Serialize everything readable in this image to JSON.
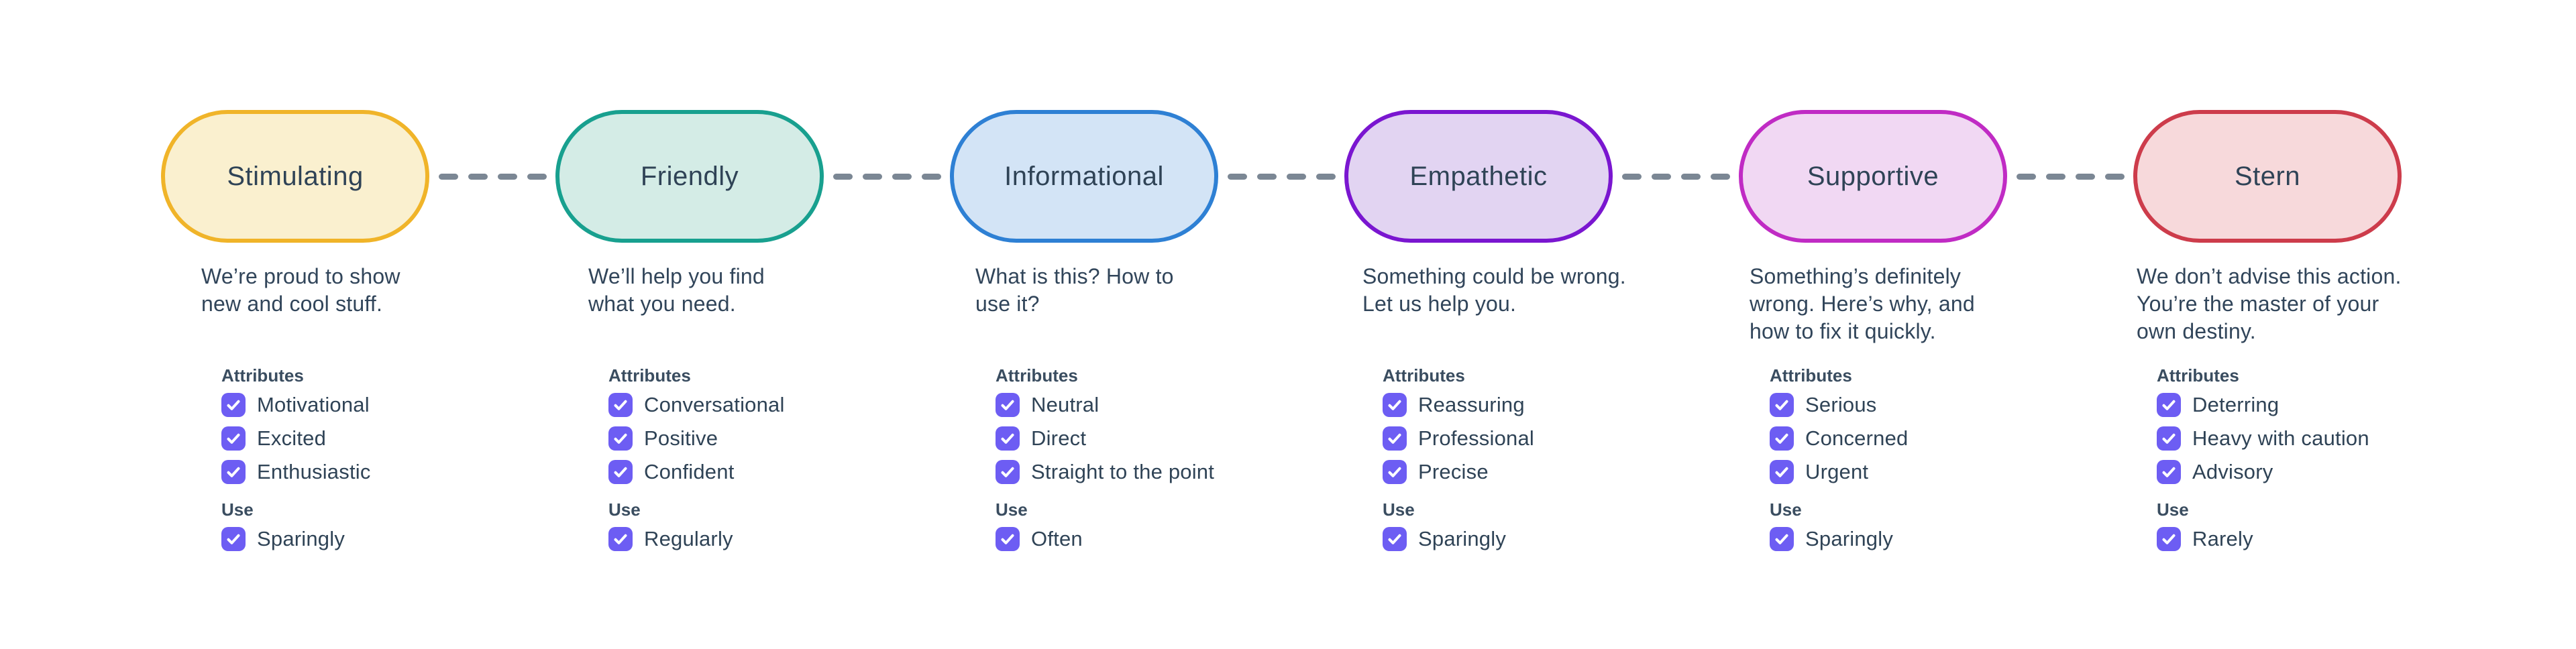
{
  "page": {
    "background": "#ffffff"
  },
  "connector": {
    "color": "#7b8794",
    "dashes_per_gap": 4
  },
  "checkbox": {
    "color": "#6d5df3",
    "state": "checked"
  },
  "headings": {
    "attributes": "Attributes",
    "use": "Use"
  },
  "tones": [
    {
      "name": "Stimulating",
      "border": "#f0b429",
      "fill": "#faf0cf",
      "description": "We’re proud to show\nnew and cool stuff.",
      "attributes": [
        "Motivational",
        "Excited",
        "Enthusiastic"
      ],
      "use": "Sparingly"
    },
    {
      "name": "Friendly",
      "border": "#18a08f",
      "fill": "#d4ece6",
      "description": "We’ll help you find\nwhat you need.",
      "attributes": [
        "Conversational",
        "Positive",
        "Confident"
      ],
      "use": "Regularly"
    },
    {
      "name": "Informational",
      "border": "#2e80d4",
      "fill": "#d3e4f6",
      "description": "What is this? How to\nuse it?",
      "attributes": [
        "Neutral",
        "Direct",
        "Straight to the point"
      ],
      "use": "Often"
    },
    {
      "name": "Empathetic",
      "border": "#7a16d0",
      "fill": "#e2d4f2",
      "description": "Something could be wrong.\nLet us help you.",
      "attributes": [
        "Reassuring",
        "Professional",
        "Precise"
      ],
      "use": "Sparingly"
    },
    {
      "name": "Supportive",
      "border": "#c02bc4",
      "fill": "#f1d8f3",
      "description": "Something’s definitely\nwrong. Here’s why, and\nhow to fix it quickly.",
      "attributes": [
        "Serious",
        "Concerned",
        "Urgent"
      ],
      "use": "Sparingly"
    },
    {
      "name": "Stern",
      "border": "#cd3c4b",
      "fill": "#f7d9db",
      "description": "We don’t advise this action.\nYou’re the master of your\nown destiny.",
      "attributes": [
        "Deterring",
        "Heavy with caution",
        "Advisory"
      ],
      "use": "Rarely"
    }
  ]
}
